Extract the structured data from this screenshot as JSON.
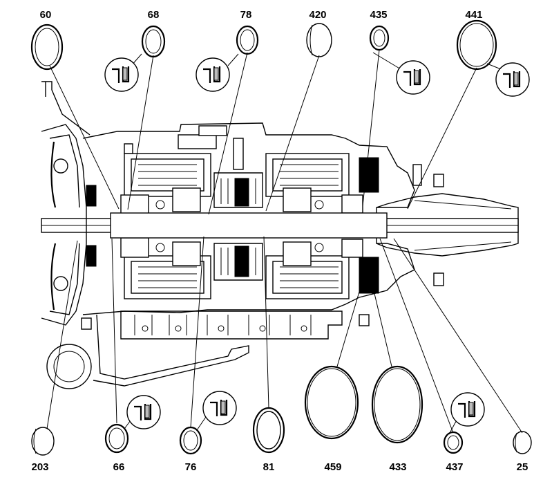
{
  "figure": {
    "callouts_top": [
      "60",
      "68",
      "78",
      "420",
      "435",
      "441"
    ],
    "callouts_bottom": [
      "203",
      "66",
      "76",
      "81",
      "459",
      "433",
      "437",
      "25"
    ]
  }
}
